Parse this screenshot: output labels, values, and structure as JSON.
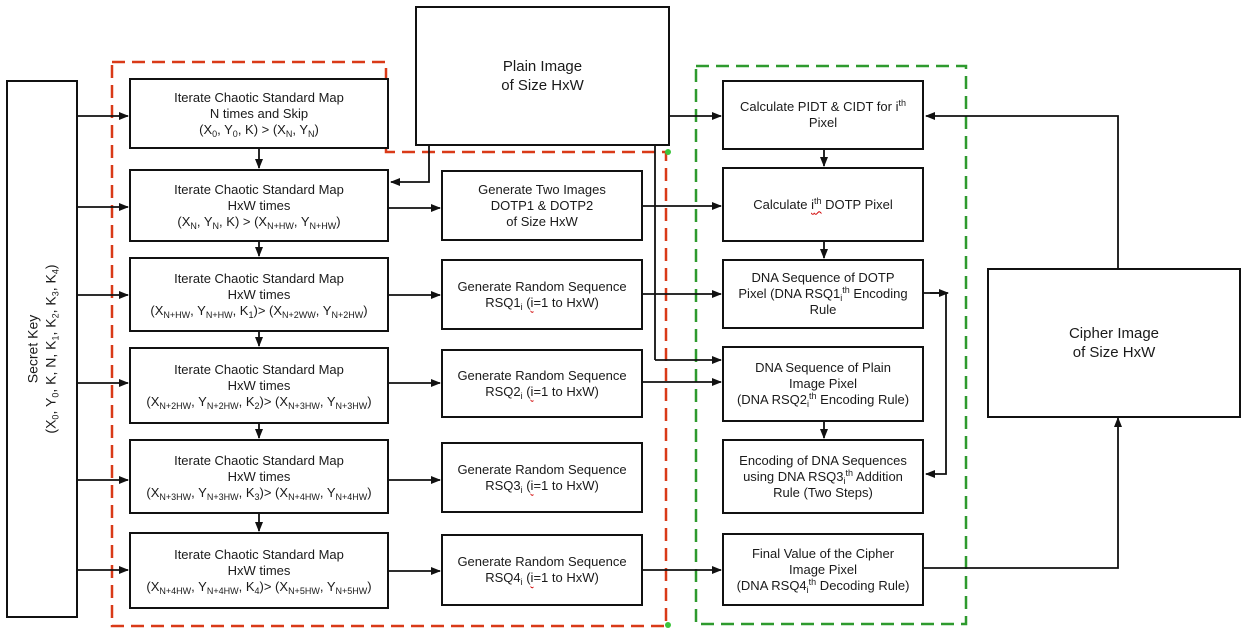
{
  "secret_key": {
    "line1": "Secret Key",
    "line2_html": "(X<sub>0</sub>, Y<sub>0</sub>, K, N, K<sub>1</sub>, K<sub>2</sub>, K<sub>3</sub>, K<sub>4</sub>)"
  },
  "plain_image": {
    "line1": "Plain Image",
    "line2": "of Size HxW"
  },
  "cipher_image": {
    "line1": "Cipher Image",
    "line2": "of Size HxW"
  },
  "left_column": [
    {
      "id": "map-1",
      "lines": [
        "Iterate Chaotic Standard Map",
        "N times and Skip",
        "(X<sub>0</sub>, Y<sub>0</sub>, K) &gt; (X<sub>N</sub>, Y<sub>N</sub>)"
      ]
    },
    {
      "id": "map-2",
      "lines": [
        "Iterate Chaotic Standard Map",
        "HxW times",
        "(X<sub>N</sub>, Y<sub>N</sub>, K) &gt; (X<sub>N+HW</sub>, Y<sub>N+HW</sub>)"
      ]
    },
    {
      "id": "map-3",
      "lines": [
        "Iterate Chaotic Standard Map",
        "HxW times",
        "(X<sub>N+HW</sub>, Y<sub>N+HW</sub>, K<sub>1</sub>)&gt; (X<sub>N+2WW</sub>, Y<sub>N+2HW</sub>)"
      ]
    },
    {
      "id": "map-4",
      "lines": [
        "Iterate Chaotic Standard Map",
        "HxW times",
        "(X<sub>N+2HW</sub>, Y<sub>N+2HW</sub>, K<sub>2</sub>)&gt; (X<sub>N+3HW</sub>, Y<sub>N+3HW</sub>)"
      ]
    },
    {
      "id": "map-5",
      "lines": [
        "Iterate Chaotic Standard Map",
        "HxW times",
        "(X<sub>N+3HW</sub>, Y<sub>N+3HW</sub>, K<sub>3</sub>)&gt; (X<sub>N+4HW</sub>, Y<sub>N+4HW</sub>)"
      ]
    },
    {
      "id": "map-6",
      "lines": [
        "Iterate Chaotic Standard Map",
        "HxW times",
        "(X<sub>N+4HW</sub>, Y<sub>N+4HW</sub>, K<sub>4</sub>)&gt; (X<sub>N+5HW</sub>, Y<sub>N+5HW</sub>)"
      ]
    }
  ],
  "middle_column": [
    {
      "id": "gen-images",
      "lines": [
        "Generate Two Images",
        "DOTP1 &amp; DOTP2",
        "of Size HxW"
      ]
    },
    {
      "id": "gen-rsq1",
      "lines": [
        "Generate Random Sequence",
        "RSQ1<sub>i</sub> (<span class=\"wavy\">i</span>=1 to HxW)"
      ]
    },
    {
      "id": "gen-rsq2",
      "lines": [
        "Generate Random Sequence",
        "RSQ2<sub>i</sub> (<span class=\"wavy\">i</span>=1 to HxW)"
      ]
    },
    {
      "id": "gen-rsq3",
      "lines": [
        "Generate Random Sequence",
        "RSQ3<sub>i</sub> (<span class=\"wavy\">i</span>=1 to HxW)"
      ]
    },
    {
      "id": "gen-rsq4",
      "lines": [
        "Generate Random Sequence",
        "RSQ4<sub>i</sub> (<span class=\"wavy\">i</span>=1 to HxW)"
      ]
    }
  ],
  "right_column": [
    {
      "id": "calc-pidt-cidt",
      "lines": [
        "Calculate PIDT &amp; CIDT for i<sup>th</sup>",
        "Pixel"
      ]
    },
    {
      "id": "calc-dotp",
      "lines": [
        "Calculate <span class=\"wavy\">i<sup>th</sup></span> DOTP Pixel"
      ]
    },
    {
      "id": "dna-dotp",
      "lines": [
        "DNA Sequence of DOTP",
        "Pixel (DNA RSQ1<sub>i</sub><sup>th</sup> Encoding",
        "Rule"
      ]
    },
    {
      "id": "dna-plain",
      "lines": [
        "DNA Sequence of Plain",
        "Image Pixel",
        "(DNA RSQ2<sub>i</sub><sup>th</sup> Encoding Rule)"
      ]
    },
    {
      "id": "dna-encoding",
      "lines": [
        "Encoding of DNA Sequences",
        "using DNA RSQ3<sub>i</sub><sup>th</sup> Addition",
        "Rule (Two Steps)"
      ]
    },
    {
      "id": "final-value",
      "lines": [
        "Final Value of the Cipher",
        "Image Pixel",
        "(DNA RSQ4<sub>i</sub><sup>th</sup> Decoding Rule)"
      ]
    }
  ],
  "colors": {
    "red_dash": "#d93a18",
    "green_dash": "#2e9a2e",
    "stroke": "#111111"
  }
}
